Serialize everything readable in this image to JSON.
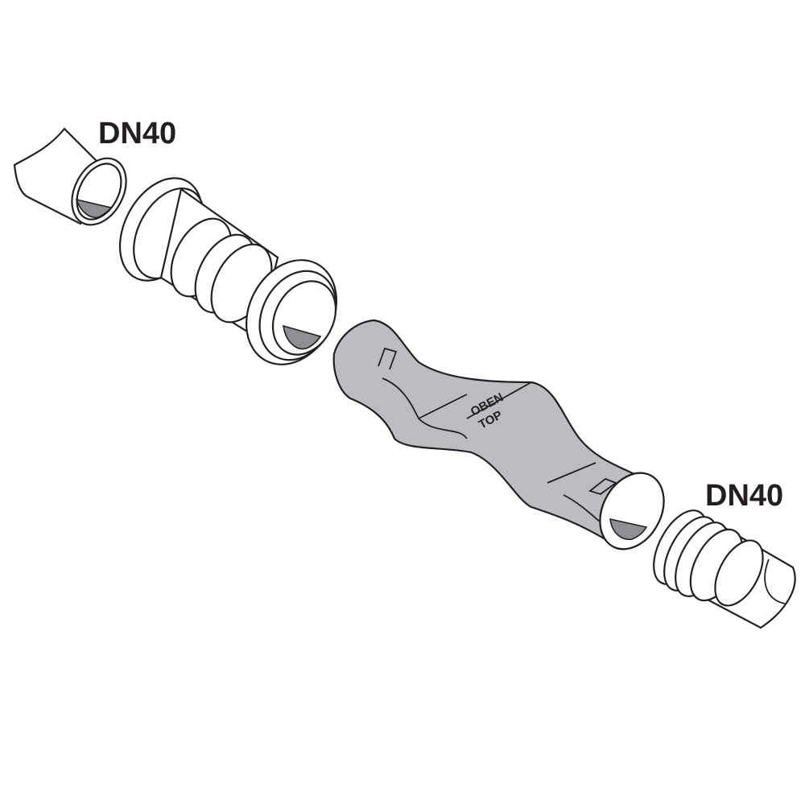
{
  "labels": {
    "left_size": "DN40",
    "right_size": "DN40",
    "orientation_de": "OBEN",
    "orientation_en": "TOP"
  },
  "colors": {
    "outline": "#231f20",
    "fitting_fill": "#bcbdc0",
    "shadow_fill": "#8e8f92"
  }
}
